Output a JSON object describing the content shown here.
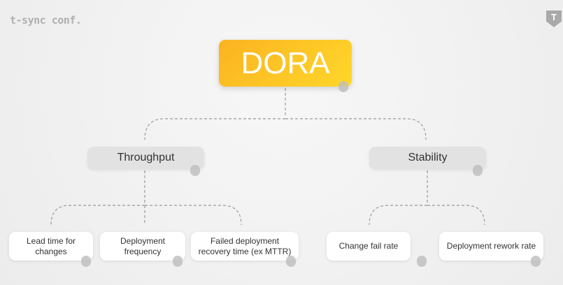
{
  "brand": {
    "logo_text": "t-sync conf.",
    "corner_badge": "T"
  },
  "root": {
    "label": "DORA"
  },
  "categories": [
    {
      "label": "Throughput"
    },
    {
      "label": "Stability"
    }
  ],
  "metrics": [
    {
      "label": "Lead time for changes",
      "category": "Throughput"
    },
    {
      "label": "Deployment frequency",
      "category": "Throughput"
    },
    {
      "label": "Failed deployment recovery time (ex MTTR)",
      "category": "Throughput"
    },
    {
      "label": "Change fail rate",
      "category": "Stability"
    },
    {
      "label": "Deployment rework rate",
      "category": "Stability"
    }
  ],
  "colors": {
    "root_start": "#fbb321",
    "root_end": "#ffd72a",
    "category_bg": "#e2e2e2",
    "line": "#9a9a9a"
  }
}
